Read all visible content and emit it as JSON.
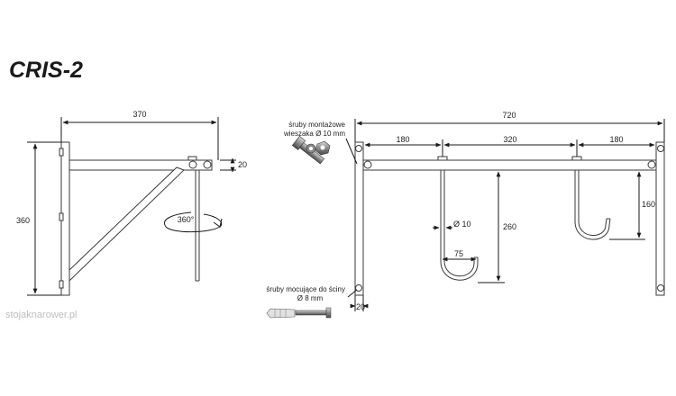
{
  "title": "CRIS-2",
  "watermark": "stojaknarower.pl",
  "side_view": {
    "width_label": "370",
    "height_label": "360",
    "tube_label": "20",
    "rotation_label": "360°"
  },
  "front_view": {
    "total_width_label": "720",
    "left_spacing_label": "180",
    "middle_spacing_label": "320",
    "right_spacing_label": "180",
    "hook_diameter_label": "Ø 10",
    "hook_width_label": "75",
    "long_hook_label": "260",
    "short_hook_label": "160",
    "post_width_label": "20"
  },
  "annotations": {
    "mount_screws_line1": "śruby montażowe",
    "mount_screws_line2": "wieszaka Ø 10 mm",
    "wall_screws_line1": "śruby mocujące do ściny",
    "wall_screws_line2": "Ø 8 mm"
  },
  "colors": {
    "line": "#3a3a3a",
    "dim": "#1a1a1a",
    "part_fill": "#ffffff"
  }
}
